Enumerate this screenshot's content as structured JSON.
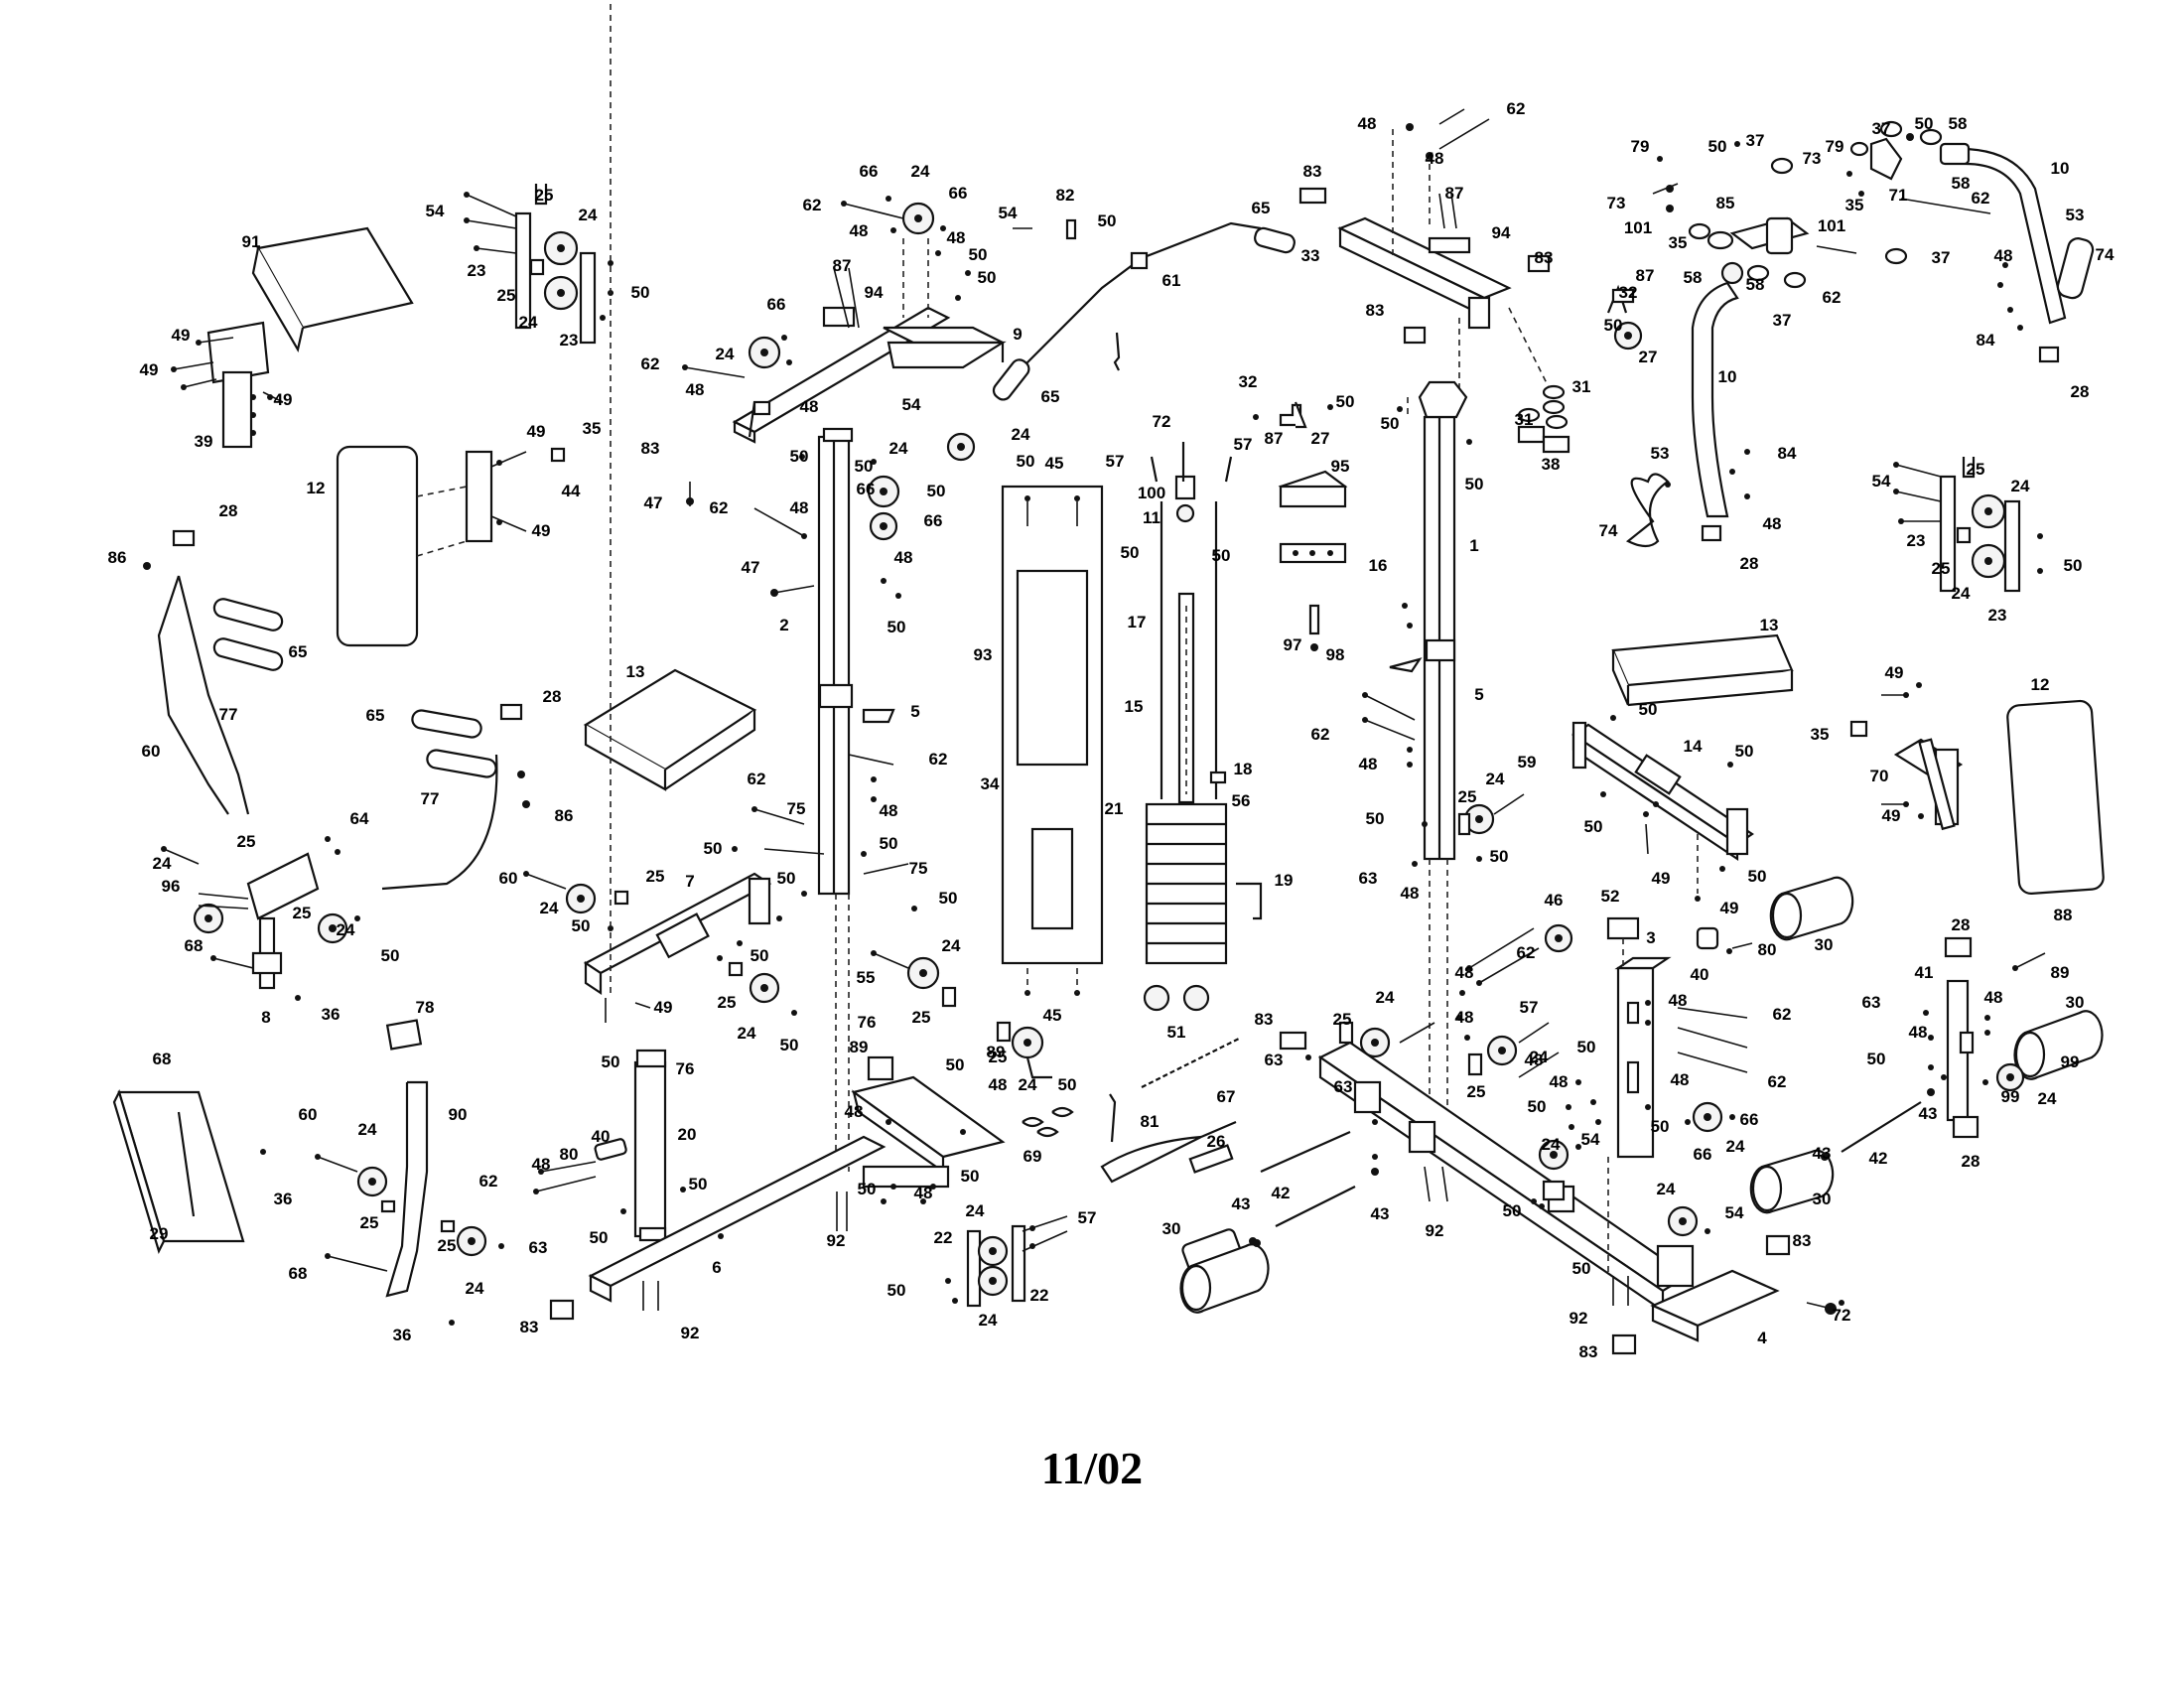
{
  "footer": {
    "date_code": "11/02"
  },
  "callouts": [
    {
      "id": "c91",
      "label": "91"
    },
    {
      "id": "c49a",
      "label": "49"
    },
    {
      "id": "c49b",
      "label": "49"
    },
    {
      "id": "c49c",
      "label": "49"
    },
    {
      "id": "c39",
      "label": "39"
    },
    {
      "id": "c54a",
      "label": "54"
    },
    {
      "id": "c25a",
      "label": "25"
    },
    {
      "id": "c24a",
      "label": "24"
    },
    {
      "id": "c23a",
      "label": "23"
    },
    {
      "id": "c25b",
      "label": "25"
    },
    {
      "id": "c24b",
      "label": "24"
    },
    {
      "id": "c23b",
      "label": "23"
    },
    {
      "id": "c50a",
      "label": "50"
    },
    {
      "id": "c12a",
      "label": "12"
    },
    {
      "id": "c35a",
      "label": "35"
    },
    {
      "id": "c44",
      "label": "44"
    },
    {
      "id": "c49d",
      "label": "49"
    },
    {
      "id": "c49e",
      "label": "49"
    },
    {
      "id": "c28a",
      "label": "28"
    },
    {
      "id": "c86a",
      "label": "86"
    },
    {
      "id": "c65a",
      "label": "65"
    },
    {
      "id": "c77a",
      "label": "77"
    },
    {
      "id": "c13a",
      "label": "13"
    },
    {
      "id": "c65b",
      "label": "65"
    },
    {
      "id": "c28b",
      "label": "28"
    },
    {
      "id": "c86b",
      "label": "86"
    },
    {
      "id": "c77b",
      "label": "77"
    },
    {
      "id": "c60a",
      "label": "60"
    },
    {
      "id": "c64",
      "label": "64"
    },
    {
      "id": "c24c",
      "label": "24"
    },
    {
      "id": "c25c",
      "label": "25"
    },
    {
      "id": "c96",
      "label": "96"
    },
    {
      "id": "c25d",
      "label": "25"
    },
    {
      "id": "c24d",
      "label": "24"
    },
    {
      "id": "c50b",
      "label": "50"
    },
    {
      "id": "c68a",
      "label": "68"
    },
    {
      "id": "c8",
      "label": "8"
    },
    {
      "id": "c36a",
      "label": "36"
    },
    {
      "id": "c68b",
      "label": "68"
    },
    {
      "id": "c29",
      "label": "29"
    },
    {
      "id": "c36b",
      "label": "36"
    },
    {
      "id": "c78",
      "label": "78"
    },
    {
      "id": "c60b",
      "label": "60"
    },
    {
      "id": "c24e",
      "label": "24"
    },
    {
      "id": "c90",
      "label": "90"
    },
    {
      "id": "c25e",
      "label": "25"
    },
    {
      "id": "c25f",
      "label": "25"
    },
    {
      "id": "c63a",
      "label": "63"
    },
    {
      "id": "c24f",
      "label": "24"
    },
    {
      "id": "c68c",
      "label": "68"
    },
    {
      "id": "c36c",
      "label": "36"
    },
    {
      "id": "c66a",
      "label": "66"
    },
    {
      "id": "c24g",
      "label": "24"
    },
    {
      "id": "c66b",
      "label": "66"
    },
    {
      "id": "c62a",
      "label": "62"
    },
    {
      "id": "c48a",
      "label": "48"
    },
    {
      "id": "c48b",
      "label": "48"
    },
    {
      "id": "c50c",
      "label": "50"
    },
    {
      "id": "c87a",
      "label": "87"
    },
    {
      "id": "c94a",
      "label": "94"
    },
    {
      "id": "c50d",
      "label": "50"
    },
    {
      "id": "c9",
      "label": "9"
    },
    {
      "id": "c54b",
      "label": "54"
    },
    {
      "id": "c82",
      "label": "82"
    },
    {
      "id": "c50e",
      "label": "50"
    },
    {
      "id": "c61",
      "label": "61"
    },
    {
      "id": "c65c",
      "label": "65"
    },
    {
      "id": "c65d",
      "label": "65"
    },
    {
      "id": "c66c",
      "label": "66"
    },
    {
      "id": "c24h",
      "label": "24"
    },
    {
      "id": "c62b",
      "label": "62"
    },
    {
      "id": "c48c",
      "label": "48"
    },
    {
      "id": "c48d",
      "label": "48"
    },
    {
      "id": "c50f",
      "label": "50"
    },
    {
      "id": "c83a",
      "label": "83"
    },
    {
      "id": "c50g",
      "label": "50"
    },
    {
      "id": "c54c",
      "label": "54"
    },
    {
      "id": "c24i",
      "label": "24"
    },
    {
      "id": "c24j",
      "label": "24"
    },
    {
      "id": "c50h",
      "label": "50"
    },
    {
      "id": "c50i",
      "label": "50"
    },
    {
      "id": "c47a",
      "label": "47"
    },
    {
      "id": "c62c",
      "label": "62"
    },
    {
      "id": "c48e",
      "label": "48"
    },
    {
      "id": "c66d",
      "label": "66"
    },
    {
      "id": "c66e",
      "label": "66"
    },
    {
      "id": "c47b",
      "label": "47"
    },
    {
      "id": "c48f",
      "label": "48"
    },
    {
      "id": "c2",
      "label": "2"
    },
    {
      "id": "c50j",
      "label": "50"
    },
    {
      "id": "c5a",
      "label": "5"
    },
    {
      "id": "c62d",
      "label": "62"
    },
    {
      "id": "c48g",
      "label": "48"
    },
    {
      "id": "c62e",
      "label": "62"
    },
    {
      "id": "c75a",
      "label": "75"
    },
    {
      "id": "c50k",
      "label": "50"
    },
    {
      "id": "c75b",
      "label": "75"
    },
    {
      "id": "c50l",
      "label": "50"
    },
    {
      "id": "c50m",
      "label": "50"
    },
    {
      "id": "c50n",
      "label": "50"
    },
    {
      "id": "c60c",
      "label": "60"
    },
    {
      "id": "c24k",
      "label": "24"
    },
    {
      "id": "c25g",
      "label": "25"
    },
    {
      "id": "c7",
      "label": "7"
    },
    {
      "id": "c50o",
      "label": "50"
    },
    {
      "id": "c50p",
      "label": "50"
    },
    {
      "id": "c49f",
      "label": "49"
    },
    {
      "id": "c25h",
      "label": "25"
    },
    {
      "id": "c50q",
      "label": "50"
    },
    {
      "id": "c24l",
      "label": "24"
    },
    {
      "id": "c50r",
      "label": "50"
    },
    {
      "id": "c55",
      "label": "55"
    },
    {
      "id": "c24m",
      "label": "24"
    },
    {
      "id": "c25i",
      "label": "25"
    },
    {
      "id": "c25j",
      "label": "25"
    },
    {
      "id": "c24n",
      "label": "24"
    },
    {
      "id": "c50s",
      "label": "50"
    },
    {
      "id": "c76a",
      "label": "76"
    },
    {
      "id": "c76b",
      "label": "76"
    },
    {
      "id": "c89a",
      "label": "89"
    },
    {
      "id": "c89b",
      "label": "89"
    },
    {
      "id": "c50t",
      "label": "50"
    },
    {
      "id": "c48h",
      "label": "48"
    },
    {
      "id": "c48i",
      "label": "48"
    },
    {
      "id": "c69",
      "label": "69"
    },
    {
      "id": "c50u",
      "label": "50"
    },
    {
      "id": "c48j",
      "label": "48"
    },
    {
      "id": "c50v",
      "label": "50"
    },
    {
      "id": "c48k",
      "label": "48"
    },
    {
      "id": "c80a",
      "label": "80"
    },
    {
      "id": "c40a",
      "label": "40"
    },
    {
      "id": "c20",
      "label": "20"
    },
    {
      "id": "c62f",
      "label": "62"
    },
    {
      "id": "c50w",
      "label": "50"
    },
    {
      "id": "c50x",
      "label": "50"
    },
    {
      "id": "c6",
      "label": "6"
    },
    {
      "id": "c83b",
      "label": "83"
    },
    {
      "id": "c92a",
      "label": "92"
    },
    {
      "id": "c92b",
      "label": "92"
    },
    {
      "id": "c22a",
      "label": "22"
    },
    {
      "id": "c24o",
      "label": "24"
    },
    {
      "id": "c22b",
      "label": "22"
    },
    {
      "id": "c50y",
      "label": "50"
    },
    {
      "id": "c24p",
      "label": "24"
    },
    {
      "id": "c57a",
      "label": "57"
    },
    {
      "id": "c45a",
      "label": "45"
    },
    {
      "id": "c93",
      "label": "93"
    },
    {
      "id": "c34",
      "label": "34"
    },
    {
      "id": "c45b",
      "label": "45"
    },
    {
      "id": "c72a",
      "label": "72"
    },
    {
      "id": "c57b",
      "label": "57"
    },
    {
      "id": "c57c",
      "label": "57"
    },
    {
      "id": "c100",
      "label": "100"
    },
    {
      "id": "c11",
      "label": "11"
    },
    {
      "id": "c50z",
      "label": "50"
    },
    {
      "id": "c50aa",
      "label": "50"
    },
    {
      "id": "c17",
      "label": "17"
    },
    {
      "id": "c15",
      "label": "15"
    },
    {
      "id": "c18",
      "label": "18"
    },
    {
      "id": "c21",
      "label": "21"
    },
    {
      "id": "c56",
      "label": "56"
    },
    {
      "id": "c19",
      "label": "19"
    },
    {
      "id": "c51",
      "label": "51"
    },
    {
      "id": "c67",
      "label": "67"
    },
    {
      "id": "c81",
      "label": "81"
    },
    {
      "id": "c26",
      "label": "26"
    },
    {
      "id": "c42a",
      "label": "42"
    },
    {
      "id": "c43a",
      "label": "43"
    },
    {
      "id": "c30a",
      "label": "30"
    },
    {
      "id": "c32a",
      "label": "32"
    },
    {
      "id": "c87b",
      "label": "87"
    },
    {
      "id": "c50ab",
      "label": "50"
    },
    {
      "id": "c27a",
      "label": "27"
    },
    {
      "id": "c95",
      "label": "95"
    },
    {
      "id": "c16",
      "label": "16"
    },
    {
      "id": "c97",
      "label": "97"
    },
    {
      "id": "c98",
      "label": "98"
    },
    {
      "id": "c48l",
      "label": "48"
    },
    {
      "id": "c62g",
      "label": "62"
    },
    {
      "id": "c48m",
      "label": "48"
    },
    {
      "id": "c83c",
      "label": "83"
    },
    {
      "id": "c87c",
      "label": "87"
    },
    {
      "id": "c33",
      "label": "33"
    },
    {
      "id": "c94b",
      "label": "94"
    },
    {
      "id": "c83d",
      "label": "83"
    },
    {
      "id": "c83e",
      "label": "83"
    },
    {
      "id": "c50ac",
      "label": "50"
    },
    {
      "id": "c50ad",
      "label": "50"
    },
    {
      "id": "c31a",
      "label": "31"
    },
    {
      "id": "c31b",
      "label": "31"
    },
    {
      "id": "c38",
      "label": "38"
    },
    {
      "id": "c1",
      "label": "1"
    },
    {
      "id": "c5b",
      "label": "5"
    },
    {
      "id": "c62h",
      "label": "62"
    },
    {
      "id": "c48n",
      "label": "48"
    },
    {
      "id": "c24q",
      "label": "24"
    },
    {
      "id": "c59",
      "label": "59"
    },
    {
      "id": "c25k",
      "label": "25"
    },
    {
      "id": "c50ae",
      "label": "50"
    },
    {
      "id": "c50af",
      "label": "50"
    },
    {
      "id": "c63b",
      "label": "63"
    },
    {
      "id": "c48o",
      "label": "48"
    },
    {
      "id": "c13b",
      "label": "13"
    },
    {
      "id": "c50ag",
      "label": "50"
    },
    {
      "id": "c14",
      "label": "14"
    },
    {
      "id": "c50ah",
      "label": "50"
    },
    {
      "id": "c50ai",
      "label": "50"
    },
    {
      "id": "c49g",
      "label": "49"
    },
    {
      "id": "c50aj",
      "label": "50"
    },
    {
      "id": "c49h",
      "label": "49"
    },
    {
      "id": "c46",
      "label": "46"
    },
    {
      "id": "c52",
      "label": "52"
    },
    {
      "id": "c3",
      "label": "3"
    },
    {
      "id": "c62i",
      "label": "62"
    },
    {
      "id": "c48p",
      "label": "48"
    },
    {
      "id": "c48q",
      "label": "48"
    },
    {
      "id": "c57d",
      "label": "57"
    },
    {
      "id": "c24r",
      "label": "24"
    },
    {
      "id": "c25l",
      "label": "25"
    },
    {
      "id": "c83f",
      "label": "83"
    },
    {
      "id": "c63c",
      "label": "63"
    },
    {
      "id": "c63d",
      "label": "63"
    },
    {
      "id": "c24s",
      "label": "24"
    },
    {
      "id": "c25m",
      "label": "25"
    },
    {
      "id": "c50ak",
      "label": "50"
    },
    {
      "id": "c48r",
      "label": "48"
    },
    {
      "id": "c50al",
      "label": "50"
    },
    {
      "id": "c48s",
      "label": "48"
    },
    {
      "id": "c62j",
      "label": "62"
    },
    {
      "id": "c62k",
      "label": "62"
    },
    {
      "id": "c48t",
      "label": "48"
    },
    {
      "id": "c48u",
      "label": "48"
    },
    {
      "id": "c50am",
      "label": "50"
    },
    {
      "id": "c66f",
      "label": "66"
    },
    {
      "id": "c66g",
      "label": "66"
    },
    {
      "id": "c24t",
      "label": "24"
    },
    {
      "id": "c24u",
      "label": "24"
    },
    {
      "id": "c54d",
      "label": "54"
    },
    {
      "id": "c50an",
      "label": "50"
    },
    {
      "id": "c43b",
      "label": "43"
    },
    {
      "id": "c92c",
      "label": "92"
    },
    {
      "id": "c24v",
      "label": "24"
    },
    {
      "id": "c54e",
      "label": "54"
    },
    {
      "id": "c50ao",
      "label": "50"
    },
    {
      "id": "c92d",
      "label": "92"
    },
    {
      "id": "c83g",
      "label": "83"
    },
    {
      "id": "c83h",
      "label": "83"
    },
    {
      "id": "c4",
      "label": "4"
    },
    {
      "id": "c72b",
      "label": "72"
    },
    {
      "id": "c40b",
      "label": "40"
    },
    {
      "id": "c80b",
      "label": "80"
    },
    {
      "id": "c30b",
      "label": "30"
    },
    {
      "id": "c30c",
      "label": "30"
    },
    {
      "id": "c43c",
      "label": "43"
    },
    {
      "id": "c42b",
      "label": "42"
    },
    {
      "id": "c43d",
      "label": "43"
    },
    {
      "id": "c28c",
      "label": "28"
    },
    {
      "id": "c88",
      "label": "88"
    },
    {
      "id": "c41",
      "label": "41"
    },
    {
      "id": "c89c",
      "label": "89"
    },
    {
      "id": "c63e",
      "label": "63"
    },
    {
      "id": "c48v",
      "label": "48"
    },
    {
      "id": "c48w",
      "label": "48"
    },
    {
      "id": "c50ap",
      "label": "50"
    },
    {
      "id": "c30d",
      "label": "30"
    },
    {
      "id": "c99a",
      "label": "99"
    },
    {
      "id": "c99b",
      "label": "99"
    },
    {
      "id": "c24w",
      "label": "24"
    },
    {
      "id": "c28d",
      "label": "28"
    },
    {
      "id": "c79a",
      "label": "79"
    },
    {
      "id": "c73a",
      "label": "73"
    },
    {
      "id": "c101a",
      "label": "101"
    },
    {
      "id": "c50aq",
      "label": "50"
    },
    {
      "id": "c37a",
      "label": "37"
    },
    {
      "id": "c85",
      "label": "85"
    },
    {
      "id": "c35b",
      "label": "35"
    },
    {
      "id": "c58a",
      "label": "58"
    },
    {
      "id": "c58b",
      "label": "58"
    },
    {
      "id": "c37b",
      "label": "37"
    },
    {
      "id": "c62l",
      "label": "62"
    },
    {
      "id": "c32b",
      "label": "32"
    },
    {
      "id": "c87d",
      "label": "87"
    },
    {
      "id": "c50ar",
      "label": "50"
    },
    {
      "id": "c27b",
      "label": "27"
    },
    {
      "id": "c79b",
      "label": "79"
    },
    {
      "id": "c73b",
      "label": "73"
    },
    {
      "id": "c101b",
      "label": "101"
    },
    {
      "id": "c35c",
      "label": "35"
    },
    {
      "id": "c37c",
      "label": "37"
    },
    {
      "id": "c50as",
      "label": "50"
    },
    {
      "id": "c58c",
      "label": "58"
    },
    {
      "id": "c58d",
      "label": "58"
    },
    {
      "id": "c71",
      "label": "71"
    },
    {
      "id": "c62m",
      "label": "62"
    },
    {
      "id": "c37d",
      "label": "37"
    },
    {
      "id": "c10a",
      "label": "10"
    },
    {
      "id": "c53a",
      "label": "53"
    },
    {
      "id": "c74a",
      "label": "74"
    },
    {
      "id": "c48x",
      "label": "48"
    },
    {
      "id": "c84a",
      "label": "84"
    },
    {
      "id": "c28e",
      "label": "28"
    },
    {
      "id": "c10b",
      "label": "10"
    },
    {
      "id": "c53b",
      "label": "53"
    },
    {
      "id": "c84b",
      "label": "84"
    },
    {
      "id": "c48y",
      "label": "48"
    },
    {
      "id": "c74b",
      "label": "74"
    },
    {
      "id": "c28f",
      "label": "28"
    },
    {
      "id": "c54f",
      "label": "54"
    },
    {
      "id": "c25n",
      "label": "25"
    },
    {
      "id": "c24x",
      "label": "24"
    },
    {
      "id": "c23c",
      "label": "23"
    },
    {
      "id": "c25o",
      "label": "25"
    },
    {
      "id": "c24y",
      "label": "24"
    },
    {
      "id": "c23d",
      "label": "23"
    },
    {
      "id": "c50at",
      "label": "50"
    },
    {
      "id": "c49i",
      "label": "49"
    },
    {
      "id": "c35d",
      "label": "35"
    },
    {
      "id": "c70",
      "label": "70"
    },
    {
      "id": "c49j",
      "label": "49"
    },
    {
      "id": "c12b",
      "label": "12"
    }
  ]
}
